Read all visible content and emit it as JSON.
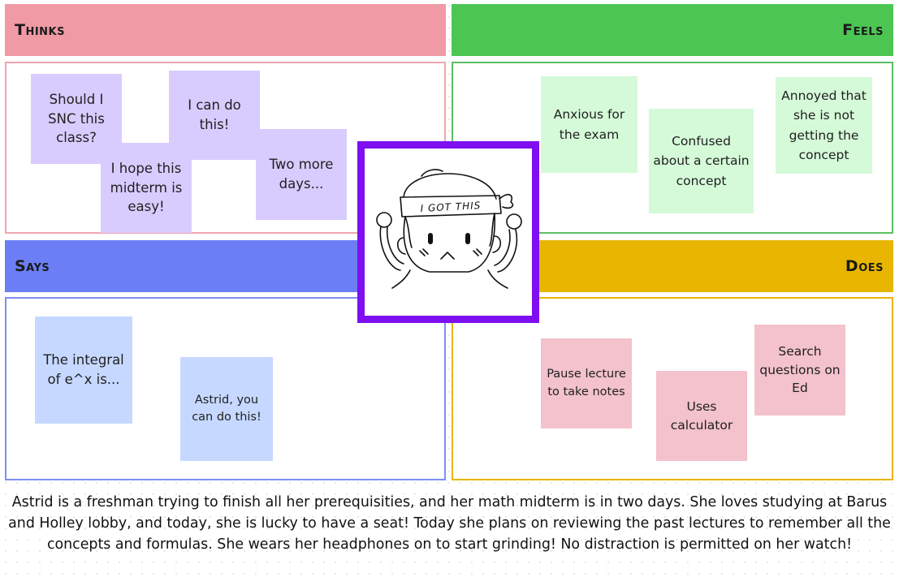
{
  "quadrants": {
    "thinks": {
      "title": "Thinks",
      "color": "#f09aa6",
      "border": "#f0a4ae",
      "notes": [
        "Should I SNC this class?",
        "I can do this!",
        "I hope this midterm is easy!",
        "Two more days..."
      ]
    },
    "feels": {
      "title": "Feels",
      "color": "#4cc553",
      "border": "#5cbf62",
      "notes": [
        "Anxious for the exam",
        "Confused about a certain concept",
        "Annoyed that she is not getting the concept"
      ]
    },
    "says": {
      "title": "Says",
      "color": "#6b7ef5",
      "border": "#7d8ff2",
      "notes": [
        "The integral of e^x is...",
        "Astrid, you can do this!"
      ]
    },
    "does": {
      "title": "Does",
      "color": "#e8b600",
      "border": "#e8b600",
      "notes": [
        "Pause lecture to take notes",
        "Uses calculator",
        "Search questions on Ed"
      ]
    }
  },
  "avatar": {
    "headband_text": "I GOT THIS",
    "frame_color": "#7d0ff0"
  },
  "footer_text": "Astrid is a freshman trying to finish all her prerequisities, and her math midterm is in two days. She loves studying at Barus and Holley lobby, and today, she is lucky to have a seat! Today she plans on reviewing the past lectures to remember all the concepts and formulas. She wears her headphones on to start grinding! No distraction is permitted on her watch!"
}
